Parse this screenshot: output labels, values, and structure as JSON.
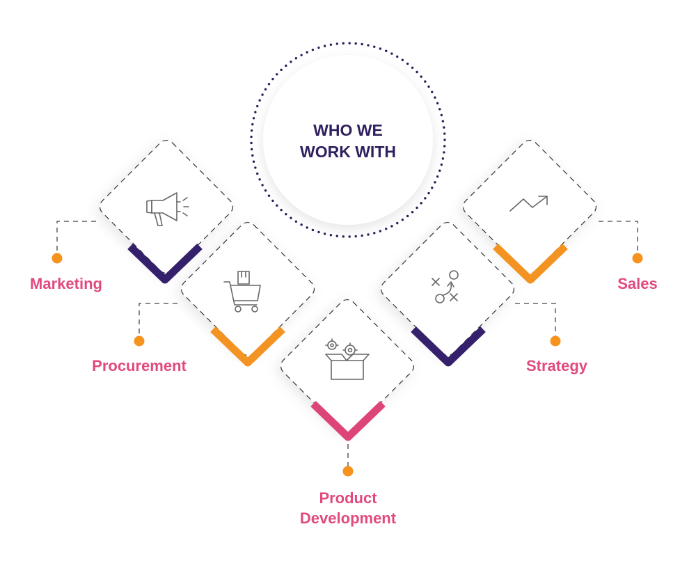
{
  "hub": {
    "line1": "WHO WE",
    "line2": "WORK WITH"
  },
  "colors": {
    "purple": "#34206b",
    "orange": "#f39321",
    "pink": "#dd4477",
    "label": "#e04a7f",
    "dot": "#f6931e",
    "title": "#2f1f5e"
  },
  "items": [
    {
      "label": "Marketing",
      "icon": "megaphone-icon",
      "accent": "purple"
    },
    {
      "label": "Procurement",
      "icon": "shopping-cart-icon",
      "accent": "orange"
    },
    {
      "label_line1": "Product",
      "label_line2": "Development",
      "icon": "product-box-gears-icon",
      "accent": "pink"
    },
    {
      "label": "Strategy",
      "icon": "strategy-play-icon",
      "accent": "purple"
    },
    {
      "label": "Sales",
      "icon": "trend-up-icon",
      "accent": "orange"
    }
  ]
}
